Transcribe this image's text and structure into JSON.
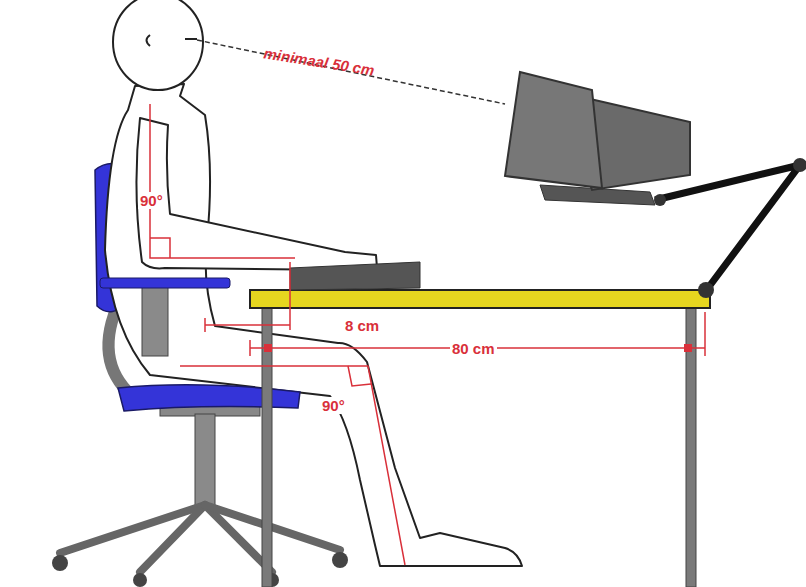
{
  "diagram": {
    "labels": [
      "minimaal 50 cm",
      "90°",
      "8 cm",
      "80 cm",
      "90°"
    ]
  }
}
